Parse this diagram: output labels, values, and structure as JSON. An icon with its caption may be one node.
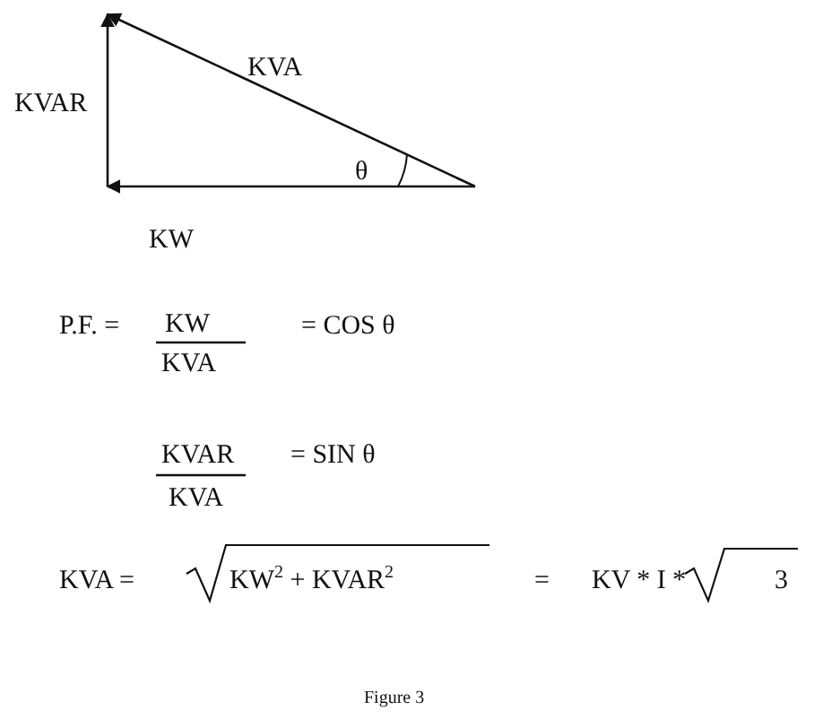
{
  "diagram": {
    "caption": "Figure 3",
    "labels": [
      "KVA",
      "KVAR",
      "θ",
      "KW",
      "P.F. =",
      "KW",
      "KVA",
      "= COS  θ",
      "KVAR",
      "KVA",
      "= SIN  θ",
      "KVA =",
      "KW$^{2}$ + KVAR$^{2}$",
      "=",
      "KV * I *",
      "3"
    ]
  }
}
